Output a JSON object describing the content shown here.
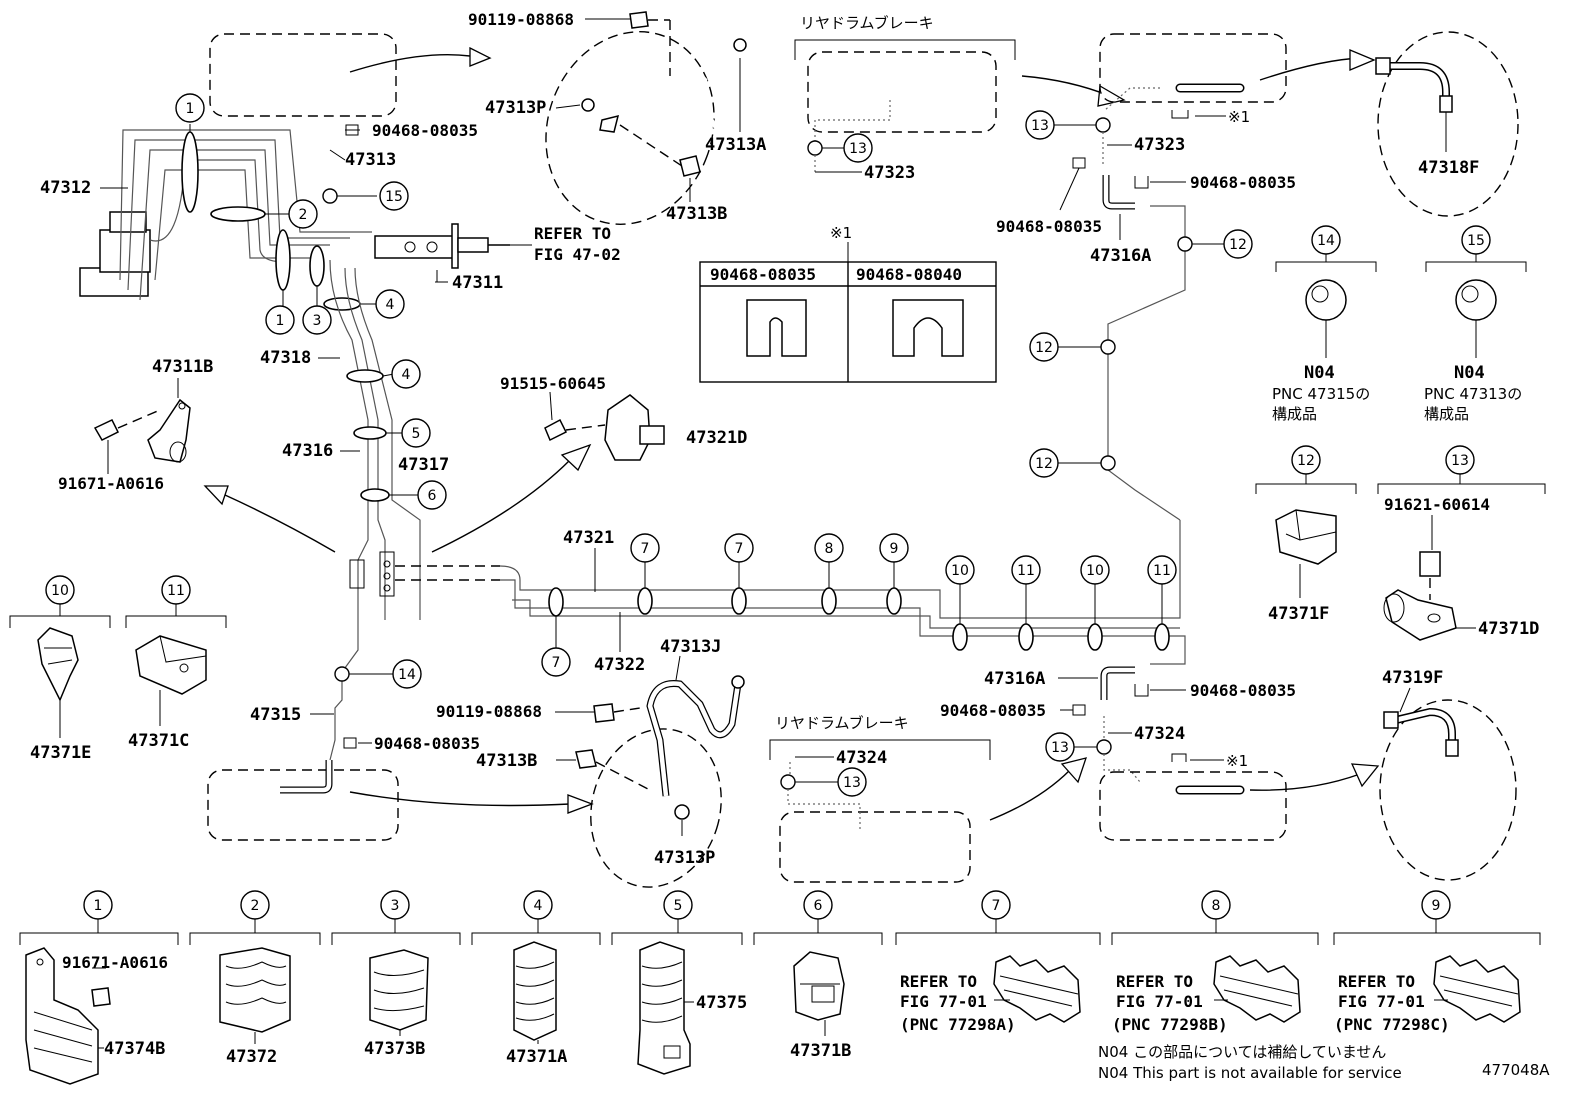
{
  "callouts": {
    "c1": "1",
    "c2": "2",
    "c3": "3",
    "c4": "4",
    "c5": "5",
    "c6": "6",
    "c7": "7",
    "c8": "8",
    "c9": "9",
    "c10": "10",
    "c11": "11",
    "c12": "12",
    "c13": "13",
    "c14": "14",
    "c15": "15"
  },
  "labels": {
    "p90119_08868_top": "90119-08868",
    "p47313P_top": "47313P",
    "p47313A": "47313A",
    "p47313B_top": "47313B",
    "p90468_08035_a": "90468-08035",
    "p47313": "47313",
    "p47312": "47312",
    "refer_to": "REFER TO",
    "fig_47_02": "FIG 47-02",
    "p47311": "47311",
    "p47318": "47318",
    "p47311B": "47311B",
    "p91671_A0616_a": "91671-A0616",
    "p91515_60645": "91515-60645",
    "p47321D": "47321D",
    "p47316": "47316",
    "p47317": "47317",
    "p47321": "47321",
    "p47322": "47322",
    "p47315": "47315",
    "p90468_08035_b": "90468-08035",
    "p47371E": "47371E",
    "p47371C": "47371C",
    "p47313J": "47313J",
    "p90119_08868_bot": "90119-08868",
    "p47313B_bot": "47313B",
    "p47313P_bot": "47313P",
    "rear_drum_brake_top": "リヤドラムブレーキ",
    "rear_drum_brake_bot": "リヤドラムブレーキ",
    "p47323_a": "47323",
    "p47323_b": "47323",
    "p90468_08035_c": "90468-08035",
    "p90468_08035_d": "90468-08035",
    "p47316A_top": "47316A",
    "p47318F": "47318F",
    "mark1": "※1",
    "mark1_a": "※1",
    "mark1_b": "※1",
    "table_h1": "90468-08035",
    "table_h2": "90468-08040",
    "pnc_47315": "PNC 47315の",
    "pnc_47313": "PNC 47313の",
    "kousei_a": "構成品",
    "kousei_b": "構成品",
    "n04_a": "N04",
    "n04_b": "N04",
    "p47371F": "47371F",
    "p91621_60614": "91621-60614",
    "p47371D": "47371D",
    "p47316A_bot": "47316A",
    "p90468_08035_e": "90468-08035",
    "p90468_08035_f": "90468-08035",
    "p47324_a": "47324",
    "p47324_b": "47324",
    "p47319F": "47319F",
    "p91671_A0616_b": "91671-A0616",
    "p47374B": "47374B",
    "p47372": "47372",
    "p47373B": "47373B",
    "p47371A": "47371A",
    "p47375": "47375",
    "p47371B": "47371B",
    "refer_to_7": "REFER TO",
    "fig_77_01_7": "FIG 77-01",
    "pnc_77298A": "(PNC 77298A)",
    "refer_to_8": "REFER TO",
    "fig_77_01_8": "FIG 77-01",
    "pnc_77298B": "(PNC 77298B)",
    "refer_to_9": "REFER TO",
    "fig_77_01_9": "FIG 77-01",
    "pnc_77298C": "(PNC 77298C)",
    "note_jp": "N04 この部品については補給していません",
    "note_en": "N04 This part is not available for service",
    "fig_id": "477048A"
  }
}
